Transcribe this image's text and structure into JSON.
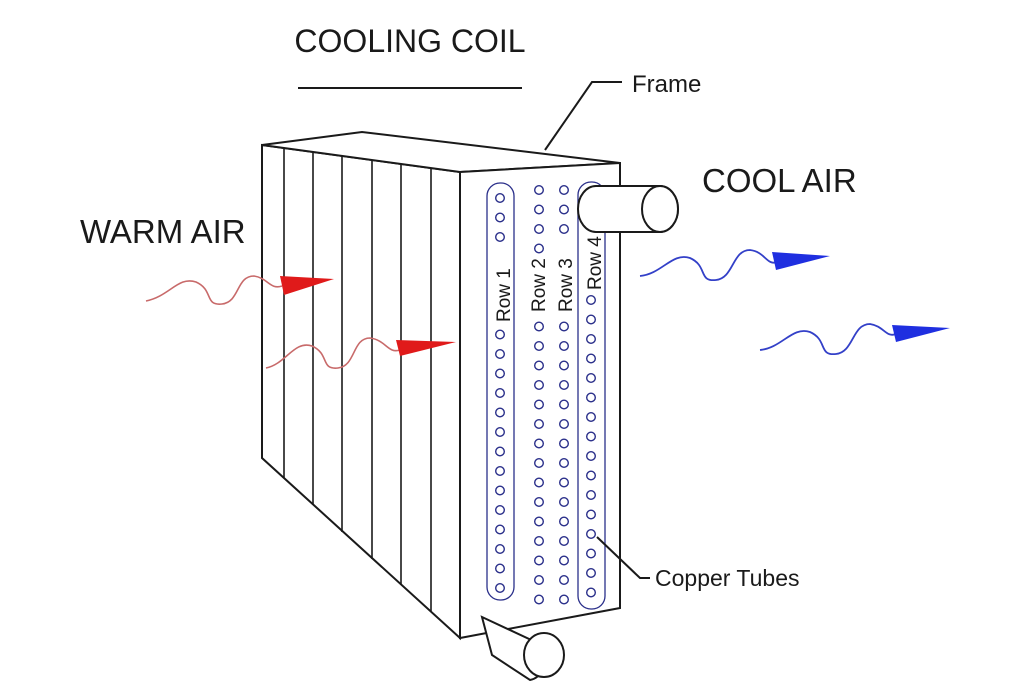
{
  "diagram": {
    "title": "COOLING COIL",
    "labels": {
      "frame": "Frame",
      "warm_air": "WARM AIR",
      "cool_air": "COOL AIR",
      "copper_tubes": "Copper Tubes"
    },
    "rows": [
      "Row 1",
      "Row 2",
      "Row 3",
      "Row 4"
    ],
    "colors": {
      "warm": "#e01a1a",
      "warm_wave": "#c86a6a",
      "cool": "#1f2fe0",
      "cool_wave": "#3340c8",
      "tubes": "#2a2f8a",
      "ink": "#1a1a1a"
    }
  }
}
